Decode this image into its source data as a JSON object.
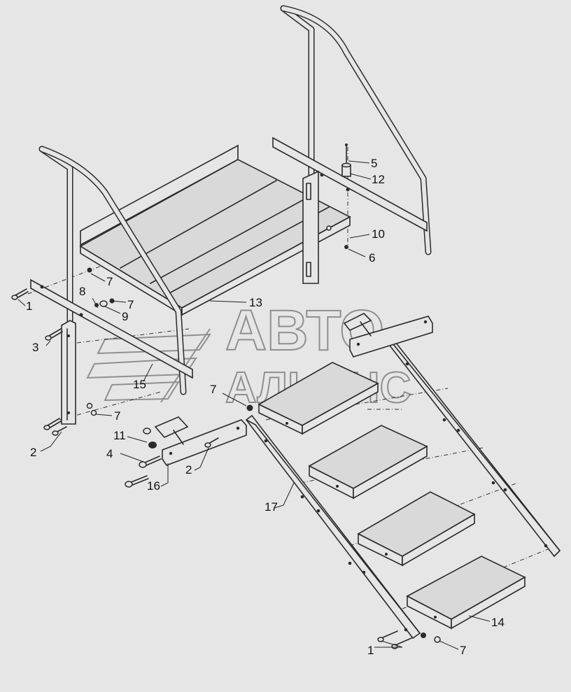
{
  "watermark": {
    "line1": "АВТО",
    "line2": "АЛЬЯНС"
  },
  "callouts": [
    {
      "id": "c1a",
      "text": "1"
    },
    {
      "id": "c1b",
      "text": "1"
    },
    {
      "id": "c2a",
      "text": "2"
    },
    {
      "id": "c2b",
      "text": "2"
    },
    {
      "id": "c3",
      "text": "3"
    },
    {
      "id": "c4",
      "text": "4"
    },
    {
      "id": "c5",
      "text": "5"
    },
    {
      "id": "c6",
      "text": "6"
    },
    {
      "id": "c7a",
      "text": "7"
    },
    {
      "id": "c7b",
      "text": "7"
    },
    {
      "id": "c7c",
      "text": "7"
    },
    {
      "id": "c7d",
      "text": "7"
    },
    {
      "id": "c7e",
      "text": "7"
    },
    {
      "id": "c8",
      "text": "8"
    },
    {
      "id": "c9",
      "text": "9"
    },
    {
      "id": "c10",
      "text": "10"
    },
    {
      "id": "c11",
      "text": "11"
    },
    {
      "id": "c12",
      "text": "12"
    },
    {
      "id": "c13",
      "text": "13"
    },
    {
      "id": "c14",
      "text": "14"
    },
    {
      "id": "c15",
      "text": "15"
    },
    {
      "id": "c16",
      "text": "16"
    },
    {
      "id": "c17",
      "text": "17"
    }
  ]
}
